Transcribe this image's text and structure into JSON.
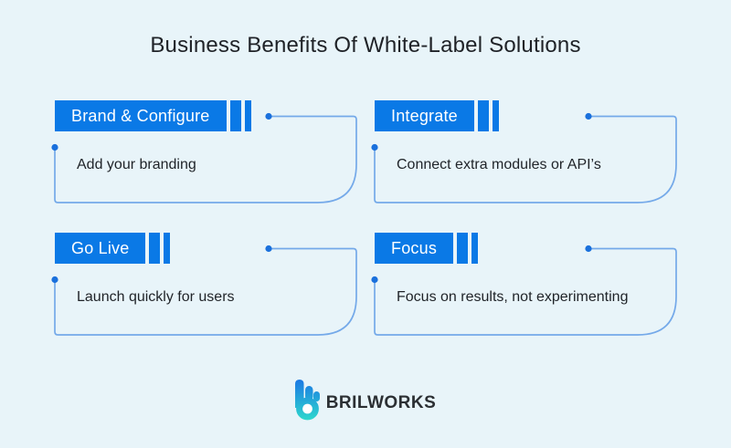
{
  "title": "Business Benefits Of White-Label Solutions",
  "panels": [
    {
      "label": "Brand & Configure",
      "description": "Add your branding"
    },
    {
      "label": "Integrate",
      "description": "Connect extra modules or API’s"
    },
    {
      "label": "Go Live",
      "description": "Launch quickly for users"
    },
    {
      "label": "Focus",
      "description": "Focus on results, not experimenting"
    }
  ],
  "brand": {
    "name": "BRILWORKS"
  },
  "icons": {
    "logo": "brilworks-hand-b-logo"
  },
  "colors": {
    "background": "#E8F4F9",
    "accent_blue": "#0A79E6",
    "connector_line": "#74A9E9",
    "connector_dot": "#1A70DC",
    "title_text": "#1F2227",
    "body_text": "#1F2328",
    "brand_text": "#2B2F33",
    "logo_gradient_top": "#1B78E4",
    "logo_gradient_bottom": "#2ED9CD"
  }
}
